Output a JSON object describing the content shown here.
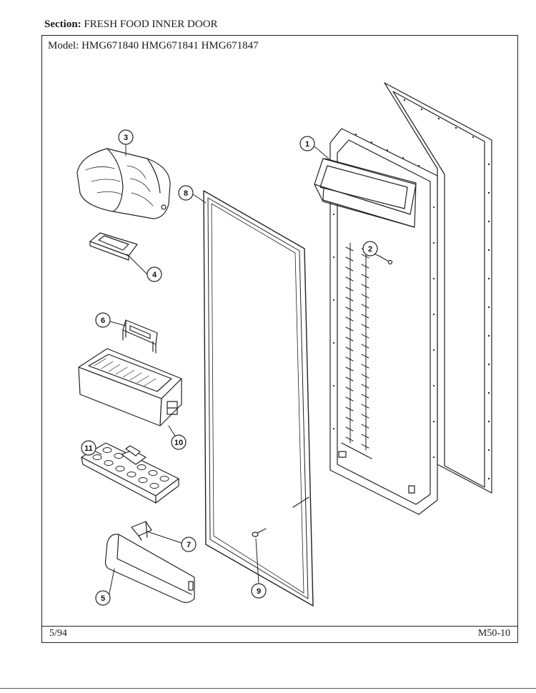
{
  "header": {
    "section_label": "Section:",
    "section_name": "FRESH FOOD INNER DOOR"
  },
  "model": {
    "label": "Model:",
    "numbers": "HMG671840 HMG671841 HMG671847"
  },
  "footer": {
    "date": "5/94",
    "page_code": "M50-10"
  },
  "callouts": {
    "c1": "1",
    "c2": "2",
    "c3": "3",
    "c4": "4",
    "c5": "5",
    "c6": "6",
    "c7": "7",
    "c8": "8",
    "c9": "9",
    "c10": "10",
    "c11": "11"
  }
}
